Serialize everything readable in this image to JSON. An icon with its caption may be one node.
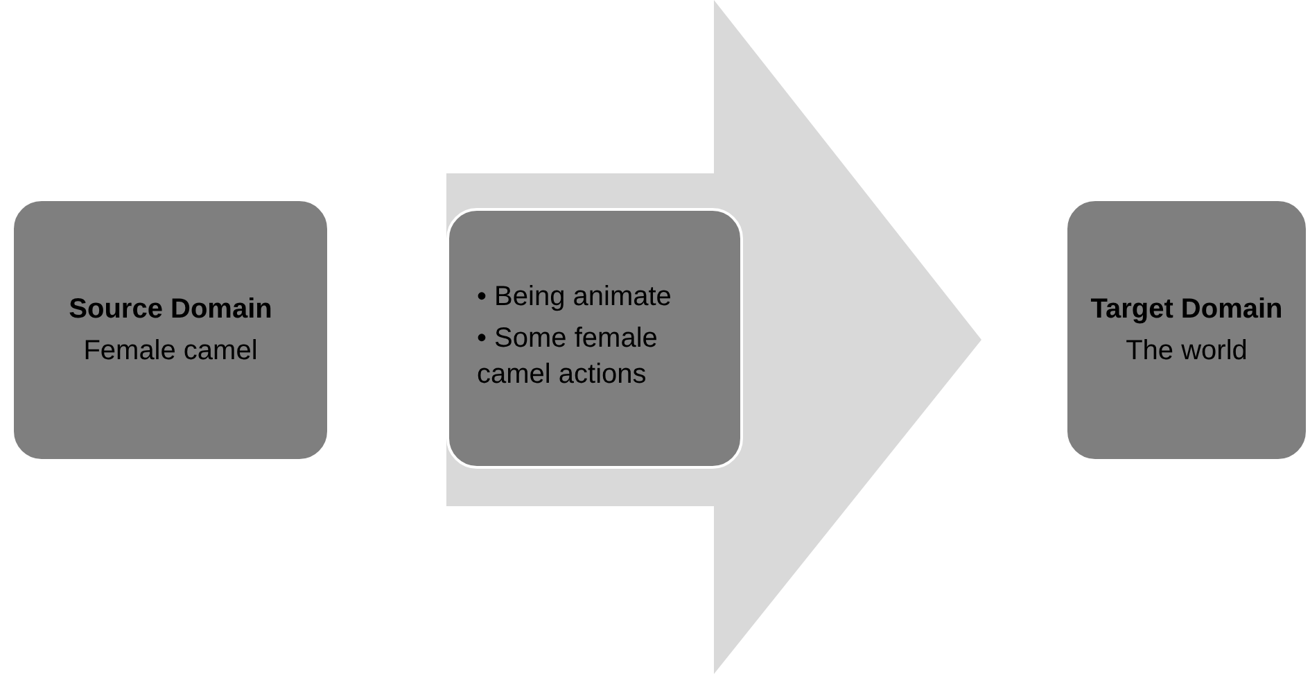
{
  "diagram": {
    "nodes": [
      {
        "text": [
          "Source Domain",
          "Female camel"
        ]
      },
      {
        "text": [
          "• Being animate",
          "• Some female camel actions"
        ]
      },
      {
        "text": [
          "Target Domain",
          "The world"
        ]
      }
    ]
  }
}
